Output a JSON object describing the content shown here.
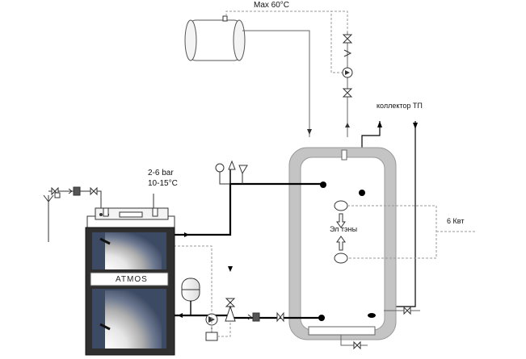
{
  "labels": {
    "tank_max_temp": "Max 60°C",
    "collector": "коллектор ТП",
    "pressure": "2-6 bar",
    "temperature_range": "10-15°C",
    "heaters": "Эл тэны",
    "heater_power": "6 Квт",
    "boiler_brand": "ATMOS"
  },
  "colors": {
    "pipe": "#000000",
    "dashed_line": "#9a9a9a",
    "tank_wall": "#bdbdbd",
    "boiler_body": "#333333",
    "boiler_window": "#3d4a63"
  }
}
